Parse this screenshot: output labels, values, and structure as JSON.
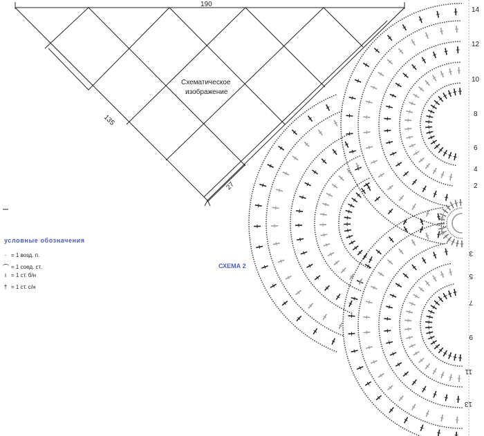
{
  "shawl_schematic": {
    "width_label": "190",
    "side_label": "135",
    "edge_label": "27",
    "caption_line1": "Схематическое",
    "caption_line2": "изображение"
  },
  "legend": {
    "title": "условные обозначения",
    "items": [
      {
        "symbol": "chain-stitch-dot-icon",
        "label": "= 1 возд. п."
      },
      {
        "symbol": "slip-stitch-arc-icon",
        "label": "= 1 соед. ст."
      },
      {
        "symbol": "single-crochet-bar-icon",
        "label": "= 1 ст. б/н"
      },
      {
        "symbol": "double-crochet-cross-icon",
        "label": "= 1 ст. с/н"
      }
    ]
  },
  "scheme": {
    "title": "СХЕМА 2",
    "row_labels_upper": [
      "14",
      "12",
      "10",
      "8",
      "6",
      "4",
      "2"
    ],
    "row_labels_lower": [
      "3",
      "5",
      "7",
      "9",
      "11",
      "13"
    ]
  },
  "colors": {
    "line": "#222222",
    "accent_blue": "#4a5bbf",
    "gray_stitch": "#9a9a9a"
  }
}
